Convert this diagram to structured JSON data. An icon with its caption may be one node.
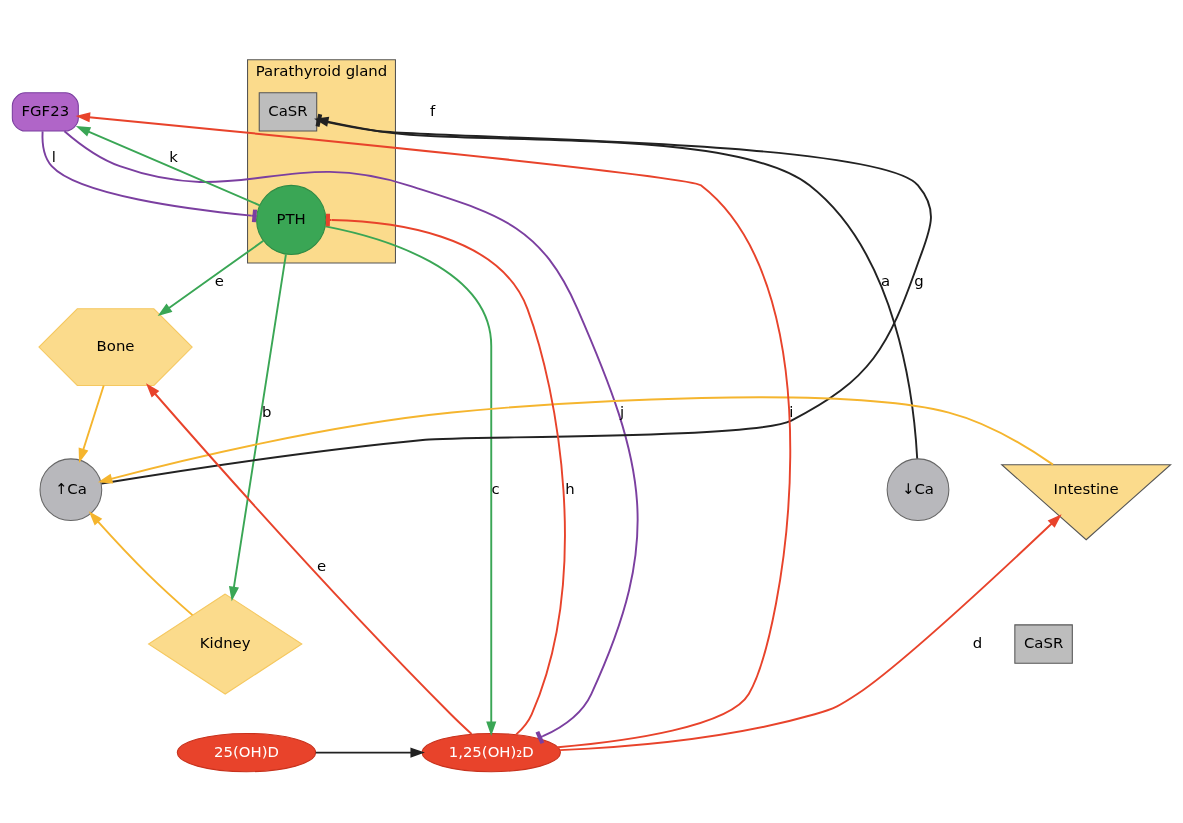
{
  "diagram": {
    "nodes": [
      {
        "text": [
          "FGF23"
        ]
      },
      {
        "text": [
          "Bone"
        ]
      },
      {
        "text": [
          "Parathyroid gland"
        ]
      },
      {
        "text": [
          "PTH"
        ],
        "in": 2
      },
      {
        "text": [
          "CaSR"
        ],
        "in": 2
      },
      {
        "text": [
          "↓Ca"
        ]
      },
      {
        "text": [
          "↑Ca"
        ]
      },
      {
        "text": [
          "Intestine"
        ]
      },
      {
        "text": [
          "CaSR"
        ]
      },
      {
        "text": [
          "Kidney"
        ]
      },
      {
        "text": [
          "25(OH)D"
        ]
      },
      {
        "text": [
          "1,25(OH)₂D"
        ]
      }
    ],
    "edges": [
      {
        "from": 3,
        "to": 0,
        "arrow": "to",
        "label": "k",
        "color": "#3aa655"
      },
      {
        "from": 3,
        "to": 1,
        "arrow": "to",
        "label": "e",
        "color": "#3aa655"
      },
      {
        "from": 11,
        "to": 0,
        "arrow": "to",
        "label": "i",
        "color": "#e8432b"
      },
      {
        "from": 11,
        "to": 1,
        "arrow": "to",
        "label": "e",
        "color": "#e8432b"
      },
      {
        "from": 0,
        "to": 3,
        "arrow": "other",
        "label": "l",
        "color": "#7b3fa0"
      },
      {
        "from": 1,
        "to": 6,
        "arrow": "to",
        "color": "#f5b52e"
      },
      {
        "from": 5,
        "to": 4,
        "arrow": "to",
        "label": "a",
        "color": "#222222"
      },
      {
        "from": 6,
        "to": 4,
        "arrow": "other",
        "label": "g",
        "color": "#222222"
      },
      {
        "from": 7,
        "to": 6,
        "arrow": "to",
        "color": "#f5b52e"
      },
      {
        "from": 9,
        "to": 6,
        "arrow": "to",
        "color": "#f5b52e"
      },
      {
        "from": 3,
        "to": 9,
        "arrow": "to",
        "label": "b",
        "color": "#3aa655"
      },
      {
        "from": 3,
        "to": 11,
        "arrow": "to",
        "label": "c",
        "color": "#3aa655"
      },
      {
        "from": 10,
        "to": 11,
        "arrow": "to",
        "color": "#222222"
      },
      {
        "from": 11,
        "to": 7,
        "arrow": "to",
        "label": "d",
        "color": "#e8432b"
      },
      {
        "from": 11,
        "to": 3,
        "arrow": "other",
        "label": "h",
        "color": "#e8432b"
      },
      {
        "from": 0,
        "to": 11,
        "arrow": "other",
        "label": "j",
        "color": "#7b3fa0"
      }
    ],
    "labels": [
      "f"
    ]
  }
}
